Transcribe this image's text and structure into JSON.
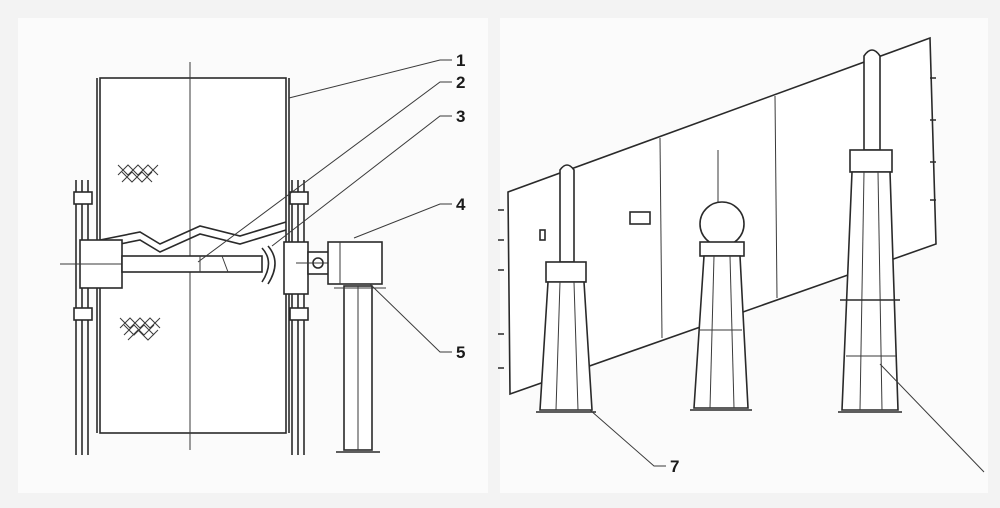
{
  "callouts": [
    {
      "id": "1",
      "text": "1"
    },
    {
      "id": "2",
      "text": "2"
    },
    {
      "id": "3",
      "text": "3"
    },
    {
      "id": "4",
      "text": "4"
    },
    {
      "id": "5",
      "text": "5"
    },
    {
      "id": "7",
      "text": "7"
    }
  ],
  "colors": {
    "background": "#f3f3f3",
    "line": "#2a2a2a",
    "fill": "#ffffff"
  }
}
